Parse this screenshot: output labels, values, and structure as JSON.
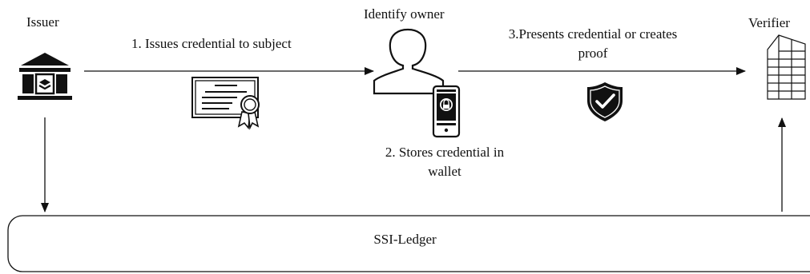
{
  "nodes": {
    "issuer": {
      "label": "Issuer",
      "icon": "bank-icon"
    },
    "holder": {
      "label": "Identify owner",
      "icon": "person-icon"
    },
    "verifier": {
      "label": "Verifier",
      "icon": "building-icon"
    }
  },
  "steps": {
    "issue": {
      "label": "1. Issues credential to subject",
      "icon": "certificate-icon"
    },
    "store": {
      "line1": "2. Stores credential in",
      "line2": "wallet",
      "icon": "phone-wallet-icon"
    },
    "present": {
      "line1": "3.Presents credential or creates",
      "line2": "proof",
      "icon": "shield-check-icon"
    }
  },
  "ledger": {
    "label": "SSI-Ledger"
  },
  "colors": {
    "stroke": "#111111",
    "background": "#ffffff"
  }
}
